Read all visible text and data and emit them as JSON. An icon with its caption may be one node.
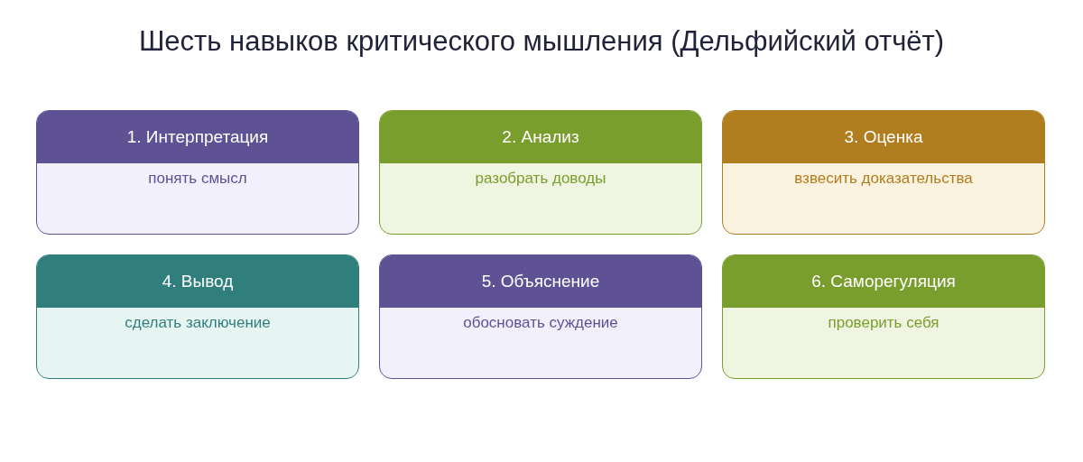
{
  "diagram": {
    "title": "Шесть навыков критического мышления (Дельфийский отчёт)",
    "nodes": [
      {
        "text": [
          "1. Интерпретация",
          "понять смысл"
        ]
      },
      {
        "text": [
          "2. Анализ",
          "разобрать доводы"
        ]
      },
      {
        "text": [
          "3. Оценка",
          "взвесить доказательства"
        ]
      },
      {
        "text": [
          "4. Вывод",
          "сделать заключение"
        ]
      },
      {
        "text": [
          "5. Объяснение",
          "обосновать суждение"
        ]
      },
      {
        "text": [
          "6. Саморегуляция",
          "проверить себя"
        ]
      }
    ],
    "edges": []
  }
}
